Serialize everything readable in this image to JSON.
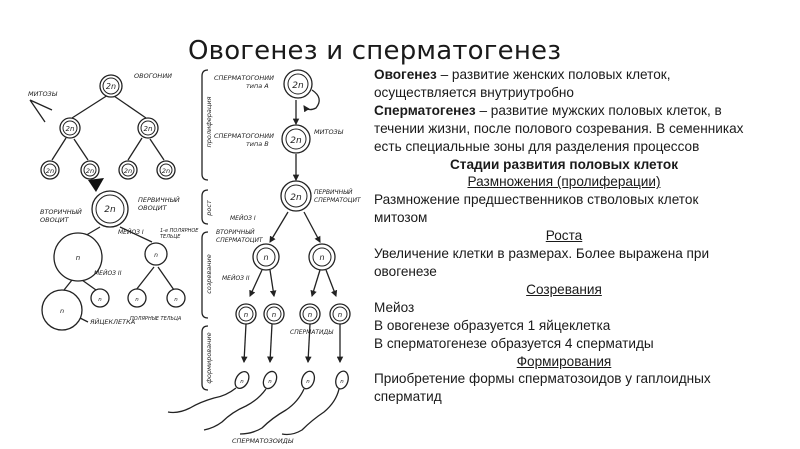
{
  "title": "Овогенез и сперматогенез",
  "definitions": {
    "ovogenesis_term": "Овогенез",
    "ovogenesis_text": " – развитие женских половых клеток, осуществляется внутриутробно",
    "spermatogenesis_term": "Сперматогенез",
    "spermatogenesis_text": " – развитие мужских половых клеток, в течении жизни, после полового созревания. В семенниках есть специальные зоны для разделения процессов"
  },
  "stages": {
    "heading": "Стадии развития половых клеток",
    "items": [
      {
        "name": "Размножения (пролиферации)",
        "lines": [
          "Размножение предшественников стволовых клеток митозом"
        ]
      },
      {
        "name": "Роста",
        "lines": [
          "Увеличение клетки в размерах. Более выражена при овогенезе"
        ]
      },
      {
        "name": "Созревания",
        "lines": [
          "Мейоз",
          "В овогенезе образуется 1 яйцеклетка",
          "В сперматогенезе образуется 4 сперматиды"
        ]
      },
      {
        "name": "Формирования",
        "lines": [
          "Приобретение формы сперматозоидов у гаплоидных сперматид"
        ]
      }
    ]
  },
  "diagram": {
    "ovo": {
      "oogonia": "ОВОГОНИИ",
      "mitoses": "МИТОЗЫ",
      "cell_2n": "2n",
      "primary_oocyte": [
        "ПЕРВИЧНЫЙ",
        "ОВОЦИТ"
      ],
      "secondary_oocyte": [
        "ВТОРИЧНЫЙ",
        "ОВОЦИТ"
      ],
      "meiosis_1": "МЕЙОЗ I",
      "meiosis_2": "МЕЙОЗ II",
      "first_polar_body": [
        "1-е ПОЛЯРНОЕ",
        "ТЕЛЬЦЕ"
      ],
      "polar_bodies": "ПОЛЯРНЫЕ ТЕЛЬЦА",
      "egg": "ЯЙЦЕКЛЕТКА",
      "cell_n": "n"
    },
    "zones": {
      "proliferation": "пролиферация",
      "growth": "рост",
      "maturation": "созревание",
      "formation": "формирование"
    },
    "sperm": {
      "spermatogonia_a": [
        "СПЕРМАТОГОНИИ",
        "типа А"
      ],
      "spermatogonia_b": [
        "СПЕРМАТОГОНИИ",
        "типа В"
      ],
      "mitoses": "МИТОЗЫ",
      "primary_spermatocyte": [
        "ПЕРВИЧНЫЙ",
        "СПЕРМАТОЦИТ"
      ],
      "meiosis_1": "МЕЙОЗ I",
      "secondary_spermatocyte": [
        "ВТОРИЧНЫЙ",
        "СПЕРМАТОЦИТ"
      ],
      "meiosis_2": "МЕЙОЗ II",
      "spermatids": "СПЕРМАТИДЫ",
      "spermatozoa": "СПЕРМАТОЗОИДЫ",
      "cell_2n": "2n",
      "cell_n": "n"
    }
  }
}
